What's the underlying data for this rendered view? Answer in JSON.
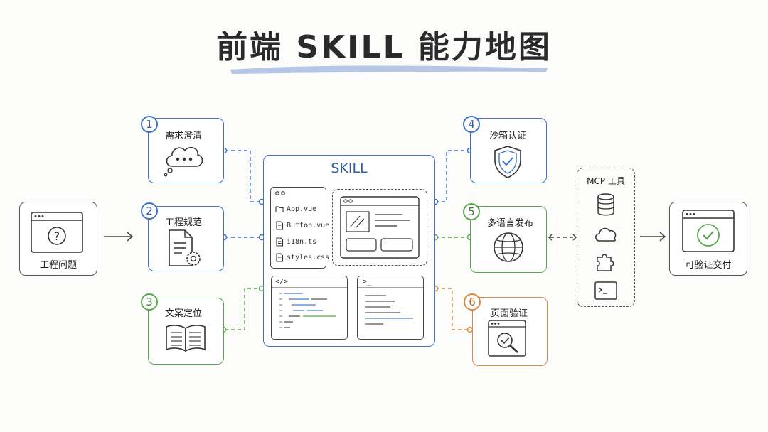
{
  "title": "前端 SKILL 能力地图",
  "input": {
    "label": "工程问题"
  },
  "left_steps": [
    {
      "num": "1",
      "label": "需求澄清",
      "icon": "thought-bubble-icon"
    },
    {
      "num": "2",
      "label": "工程规范",
      "icon": "document-gear-icon"
    },
    {
      "num": "3",
      "label": "文案定位",
      "icon": "open-book-icon"
    }
  ],
  "right_steps": [
    {
      "num": "4",
      "label": "沙箱认证",
      "icon": "shield-check-icon"
    },
    {
      "num": "5",
      "label": "多语言发布",
      "icon": "globe-icon"
    },
    {
      "num": "6",
      "label": "页面验证",
      "icon": "magnifier-check-icon"
    }
  ],
  "skill": {
    "title": "SKILL",
    "files": [
      "App.vue",
      "Button.vue",
      "i18n.ts",
      "styles.css"
    ],
    "code_tag": "</>",
    "terminal_tag": ">_"
  },
  "mcp": {
    "title": "MCP 工具",
    "icons": [
      "database-icon",
      "cloud-icon",
      "puzzle-icon",
      "terminal-icon"
    ]
  },
  "output": {
    "label": "可验证交付"
  },
  "colors": {
    "blue": "#3f73c9",
    "green": "#5aa64f",
    "orange": "#e08a3c",
    "gray": "#555555"
  }
}
